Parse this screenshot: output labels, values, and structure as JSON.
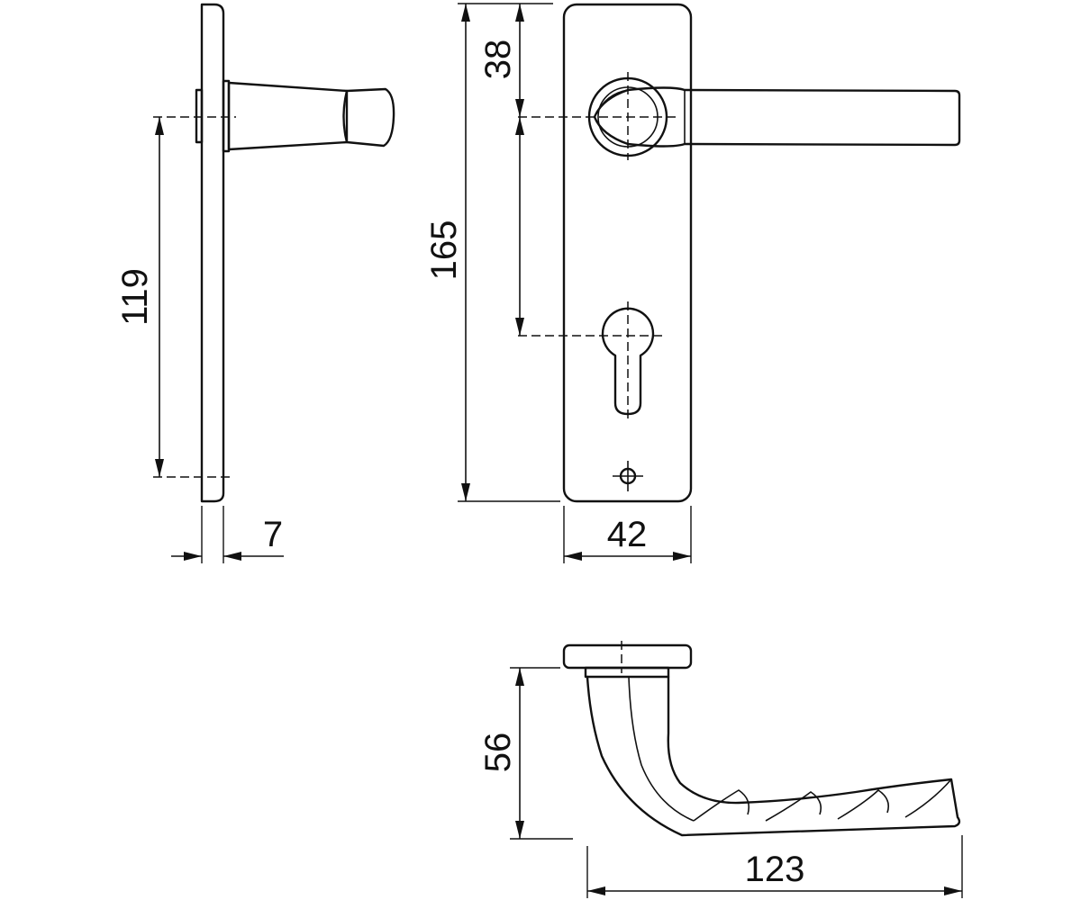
{
  "drawing": {
    "dimensions": {
      "handle_to_keyhole": "119",
      "rose_thickness": "7",
      "plate_height": "165",
      "handle_axis_offset": "38",
      "plate_width": "42",
      "lever_height": "56",
      "lever_length": "123"
    }
  }
}
